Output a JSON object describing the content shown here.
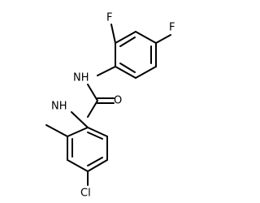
{
  "molecule": {
    "atoms": {
      "f_top": "F",
      "f_right": "F",
      "nh_upper": "NH",
      "nh_lower": "NH",
      "o": "O",
      "cl": "Cl"
    }
  }
}
